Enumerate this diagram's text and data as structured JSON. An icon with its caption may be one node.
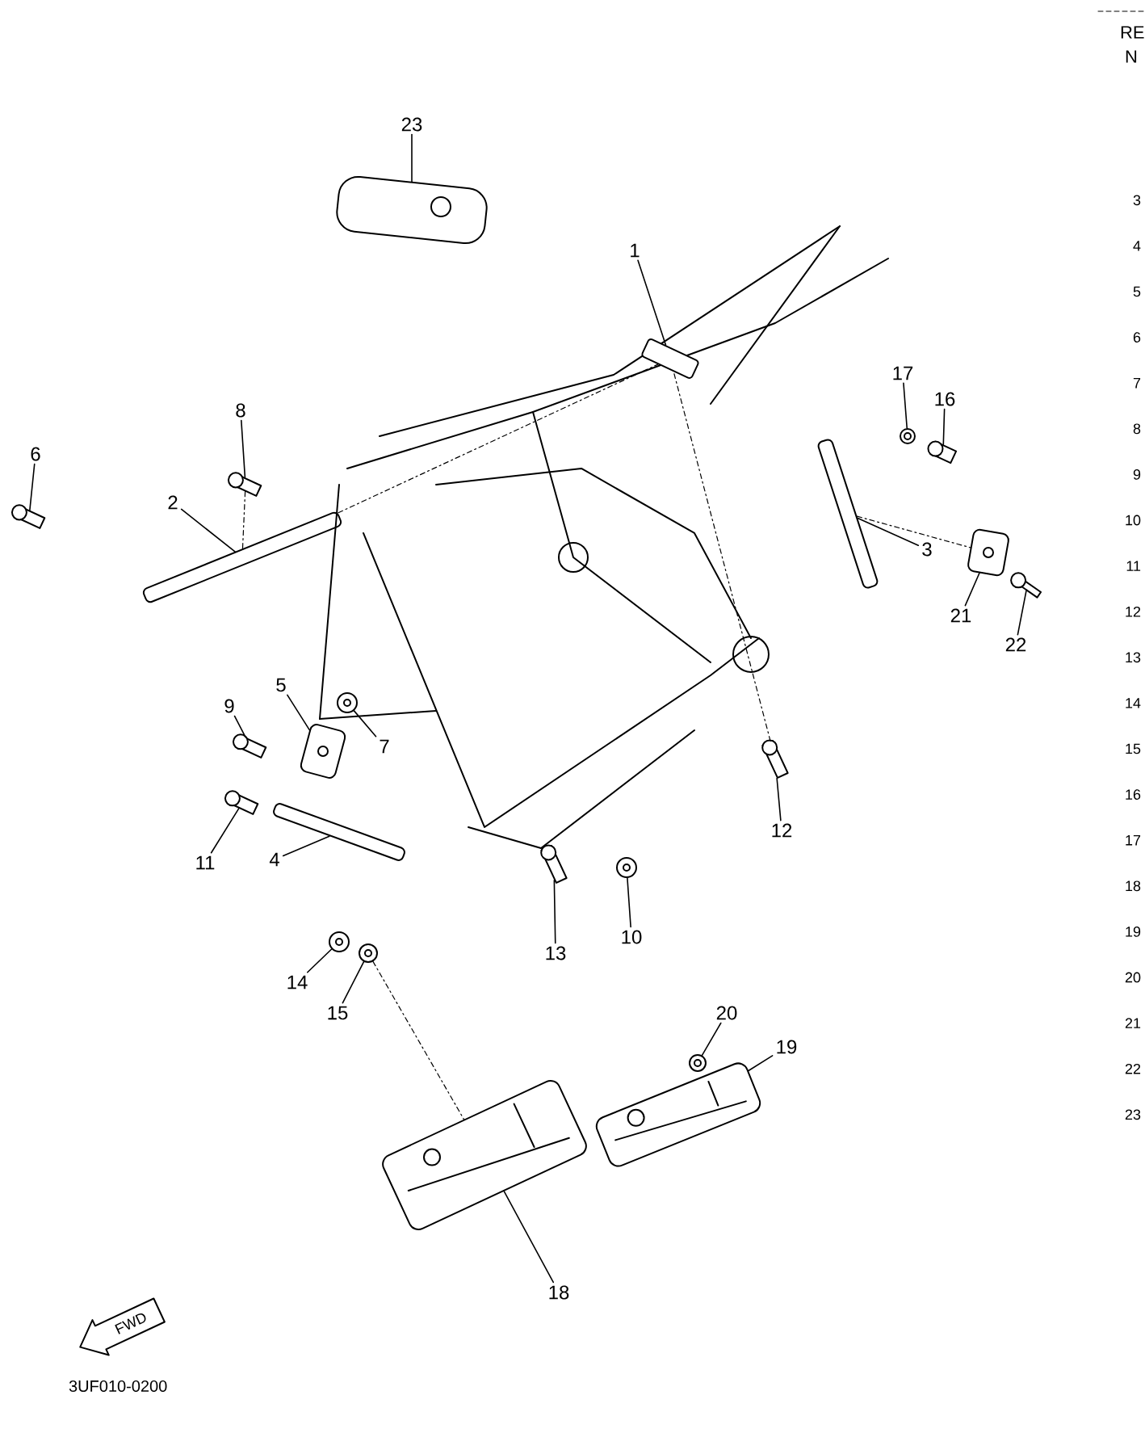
{
  "diagram": {
    "nodes": [
      {
        "text": [
          "1"
        ]
      },
      {
        "text": [
          "2"
        ]
      },
      {
        "text": [
          "3"
        ]
      },
      {
        "text": [
          "4"
        ]
      },
      {
        "text": [
          "5"
        ]
      },
      {
        "text": [
          "6"
        ]
      },
      {
        "text": [
          "7"
        ]
      },
      {
        "text": [
          "8"
        ]
      },
      {
        "text": [
          "9"
        ]
      },
      {
        "text": [
          "10"
        ]
      },
      {
        "text": [
          "11"
        ]
      },
      {
        "text": [
          "12"
        ]
      },
      {
        "text": [
          "13"
        ]
      },
      {
        "text": [
          "14"
        ]
      },
      {
        "text": [
          "15"
        ]
      },
      {
        "text": [
          "16"
        ]
      },
      {
        "text": [
          "17"
        ]
      },
      {
        "text": [
          "18"
        ]
      },
      {
        "text": [
          "19"
        ]
      },
      {
        "text": [
          "20"
        ]
      },
      {
        "text": [
          "21"
        ]
      },
      {
        "text": [
          "22"
        ]
      },
      {
        "text": [
          "23"
        ]
      },
      {
        "text": [],
        "shape": "picture"
      },
      {
        "text": [],
        "shape": "picture"
      },
      {
        "text": [],
        "shape": "picture"
      },
      {
        "text": [],
        "shape": "picture"
      },
      {
        "text": [],
        "shape": "picture"
      },
      {
        "text": [],
        "shape": "picture"
      },
      {
        "text": [],
        "shape": "picture"
      },
      {
        "text": [],
        "shape": "picture"
      },
      {
        "text": [],
        "shape": "picture"
      },
      {
        "text": [],
        "shape": "picture"
      },
      {
        "text": [],
        "shape": "picture"
      },
      {
        "text": [],
        "shape": "picture"
      },
      {
        "text": [],
        "shape": "picture"
      },
      {
        "text": [],
        "shape": "picture"
      },
      {
        "text": [],
        "shape": "picture"
      },
      {
        "text": [],
        "shape": "picture"
      },
      {
        "text": [],
        "shape": "picture"
      },
      {
        "text": [],
        "shape": "picture"
      },
      {
        "text": [],
        "shape": "picture"
      },
      {
        "text": [],
        "shape": "picture"
      },
      {
        "text": [],
        "shape": "picture"
      },
      {
        "text": [],
        "shape": "picture"
      },
      {
        "text": [],
        "shape": "picture"
      }
    ],
    "edges": [
      {
        "from": 0,
        "to": 23,
        "arrow": "none"
      },
      {
        "from": 1,
        "to": 24,
        "arrow": "none"
      },
      {
        "from": 2,
        "to": 25,
        "arrow": "none"
      },
      {
        "from": 3,
        "to": 26,
        "arrow": "none"
      },
      {
        "from": 4,
        "to": 27,
        "arrow": "none"
      },
      {
        "from": 5,
        "to": 28,
        "arrow": "none"
      },
      {
        "from": 6,
        "to": 29,
        "arrow": "none"
      },
      {
        "from": 7,
        "to": 30,
        "arrow": "none"
      },
      {
        "from": 8,
        "to": 31,
        "arrow": "none"
      },
      {
        "from": 9,
        "to": 32,
        "arrow": "none"
      },
      {
        "from": 10,
        "to": 33,
        "arrow": "none"
      },
      {
        "from": 11,
        "to": 34,
        "arrow": "none"
      },
      {
        "from": 12,
        "to": 35,
        "arrow": "none"
      },
      {
        "from": 13,
        "to": 36,
        "arrow": "none"
      },
      {
        "from": 14,
        "to": 37,
        "arrow": "none"
      },
      {
        "from": 15,
        "to": 38,
        "arrow": "none"
      },
      {
        "from": 16,
        "to": 39,
        "arrow": "none"
      },
      {
        "from": 17,
        "to": 40,
        "arrow": "none"
      },
      {
        "from": 18,
        "to": 41,
        "arrow": "none"
      },
      {
        "from": 19,
        "to": 42,
        "arrow": "none"
      },
      {
        "from": 20,
        "to": 43,
        "arrow": "none"
      },
      {
        "from": 21,
        "to": 44,
        "arrow": "none"
      },
      {
        "from": 22,
        "to": 45,
        "arrow": "none"
      },
      {
        "from": 30,
        "to": 24,
        "arrow": "none",
        "style": "dashed"
      },
      {
        "from": 24,
        "to": 23,
        "arrow": "none",
        "style": "dashed"
      },
      {
        "from": 25,
        "to": 43,
        "arrow": "none",
        "style": "dashed"
      },
      {
        "from": 34,
        "to": 23,
        "arrow": "none",
        "style": "dashed"
      },
      {
        "from": 37,
        "to": 40,
        "arrow": "none",
        "style": "dashed"
      }
    ],
    "labels": [
      "FWD",
      "3UF010-0200",
      "RE",
      "N",
      "3",
      "4",
      "5",
      "6",
      "7",
      "8",
      "9",
      "10",
      "11",
      "12",
      "13",
      "14",
      "15",
      "16",
      "17",
      "18",
      "19",
      "20",
      "21",
      "22",
      "23"
    ]
  }
}
